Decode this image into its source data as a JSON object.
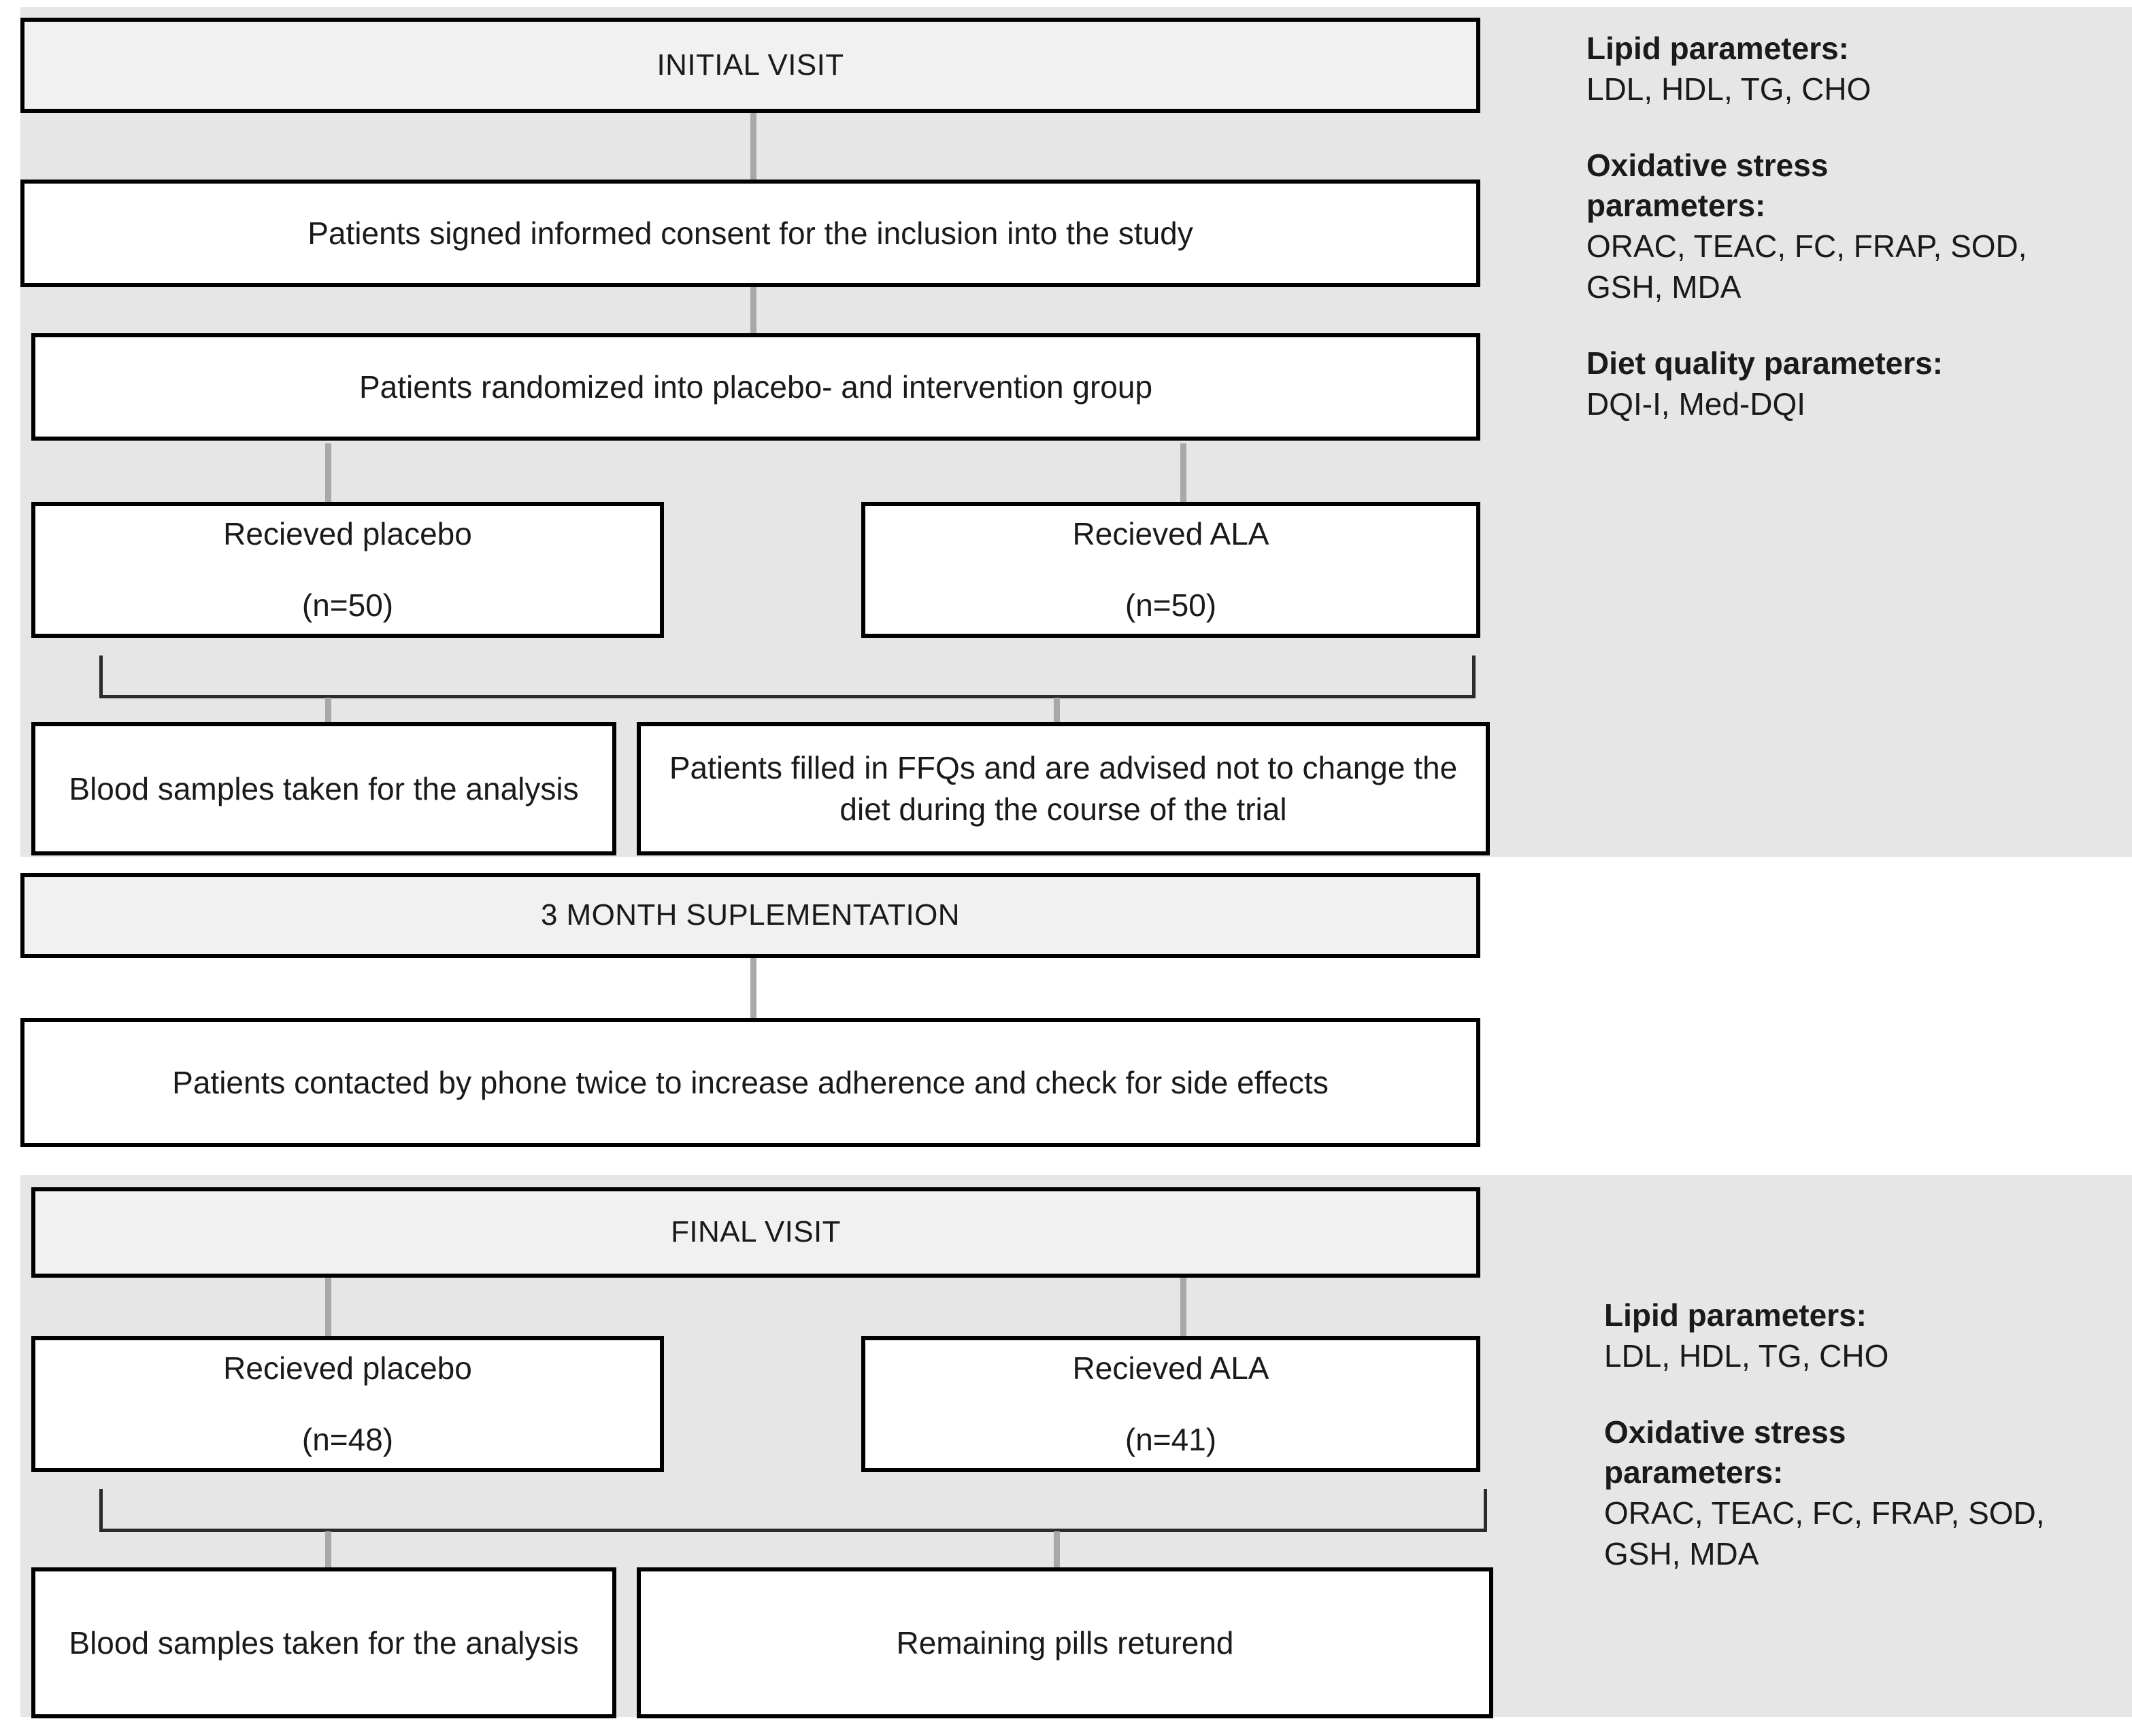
{
  "diagram": {
    "title": "Clinical trial study flow diagram",
    "colors": {
      "band_background": "#e6e6e6",
      "header_box_fill": "#f1f1f1",
      "box_fill": "#ffffff",
      "box_border": "#000000",
      "connector_gray": "#a8a8a8",
      "connector_dark": "#2b2b2b",
      "text": "#1a1a1a"
    }
  },
  "flow": {
    "initial_visit_header": "INITIAL VISIT",
    "consent": "Patients signed  informed consent for the inclusion into the study",
    "randomized": "Patients randomized into placebo- and intervention group",
    "initial_placebo_label": "Recieved placebo",
    "initial_placebo_n": "(n=50)",
    "initial_ala_label": "Recieved ALA",
    "initial_ala_n": "(n=50)",
    "initial_blood": "Blood samples taken for the analysis",
    "initial_ffq": "Patients filled in FFQs and are advised not to change the diet during the course of the trial",
    "supplementation_header": "3 MONTH SUPLEMENTATION",
    "phone_contact": "Patients contacted by phone twice to increase adherence and check for side effects",
    "final_visit_header": "FINAL VISIT",
    "final_placebo_label": "Recieved placebo",
    "final_placebo_n": "(n=48)",
    "final_ala_label": "Recieved ALA",
    "final_ala_n": "(n=41)",
    "final_blood": "Blood samples taken for the analysis",
    "final_pills": "Remaining pills returend"
  },
  "legend_top": {
    "groups": [
      {
        "title": "Lipid parameters:",
        "values": "LDL, HDL, TG, CHO"
      },
      {
        "title_line1": "Oxidative stress",
        "title_line2": "parameters:",
        "values_line1": "ORAC, TEAC, FC, FRAP, SOD,",
        "values_line2": "GSH, MDA"
      },
      {
        "title": "Diet quality parameters:",
        "values": "DQI-I, Med-DQI"
      }
    ]
  },
  "legend_bottom": {
    "groups": [
      {
        "title": "Lipid parameters:",
        "values": "LDL, HDL, TG, CHO"
      },
      {
        "title_line1": "Oxidative stress",
        "title_line2": "parameters:",
        "values_line1": "ORAC, TEAC, FC, FRAP, SOD,",
        "values_line2": "GSH, MDA"
      }
    ]
  }
}
